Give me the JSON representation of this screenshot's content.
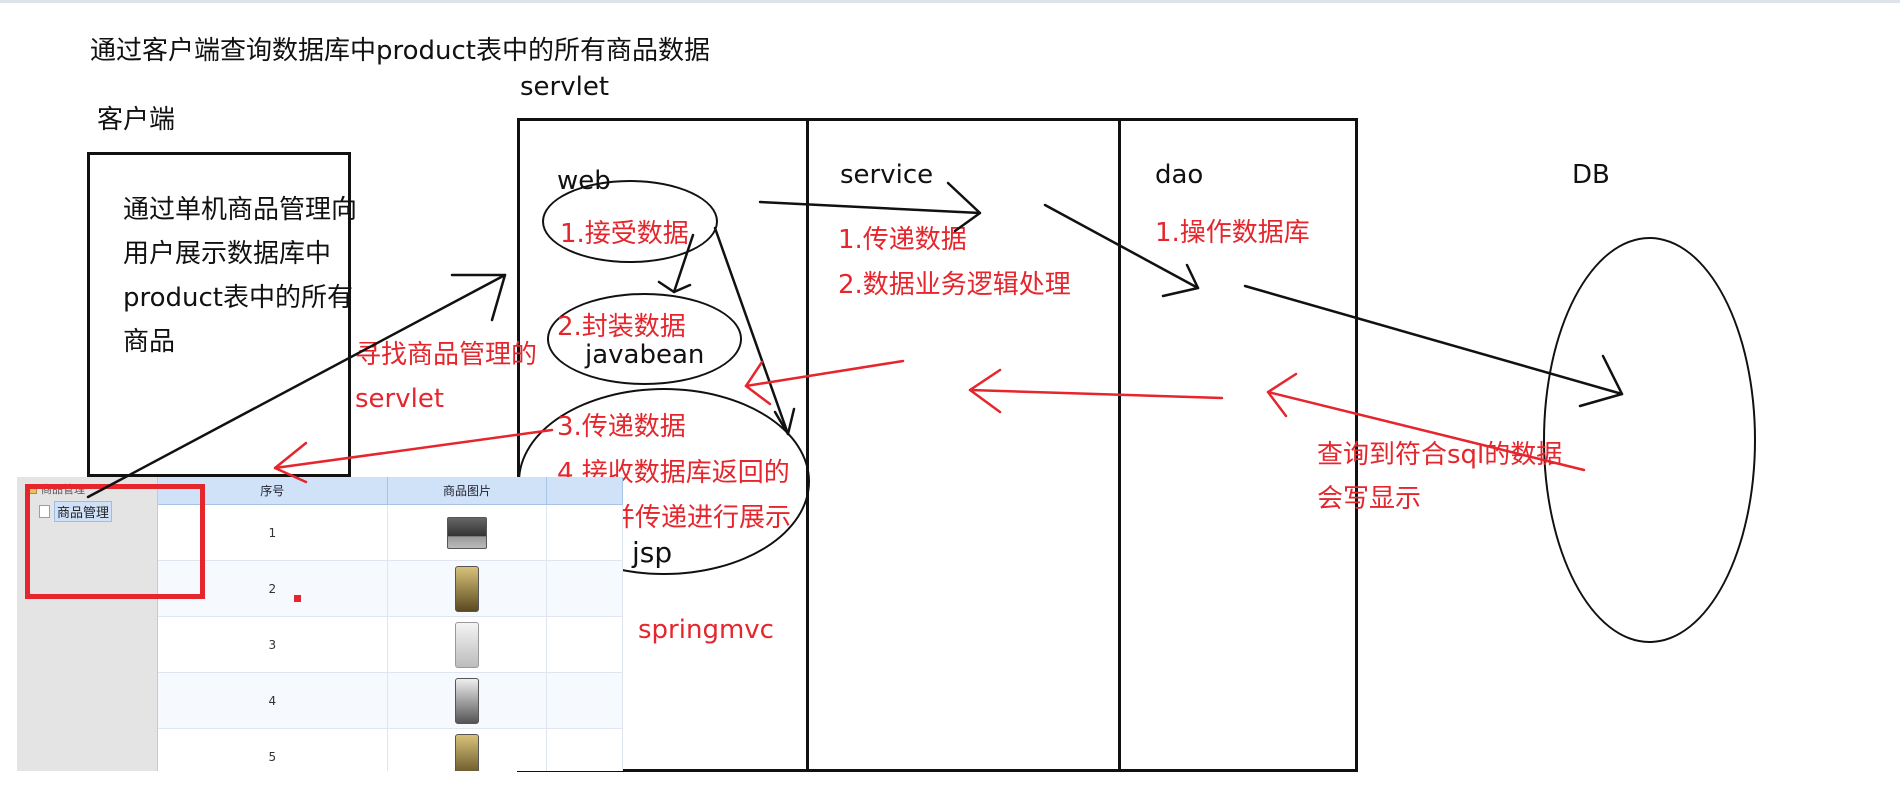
{
  "title": "通过客户端查询数据库中product表中的所有商品数据",
  "labels": {
    "servlet": "servlet",
    "client": "客户端",
    "web": "web",
    "service": "service",
    "dao": "dao",
    "db": "DB",
    "javabean": "javabean",
    "jsp": "jsp"
  },
  "client_box": {
    "lines": [
      "通过单机商品管理向",
      "用户展示数据库中",
      "product表中的所有",
      "商品"
    ]
  },
  "web_steps": [
    "1.接受数据",
    "2.封装数据",
    "3.传递数据",
    "4.接收数据库返回的",
    "数据并传递进行展示"
  ],
  "service_steps": [
    "1.传递数据",
    "2.数据业务逻辑处理"
  ],
  "dao_steps": [
    "1.操作数据库"
  ],
  "annotations": {
    "find_servlet_1": "寻找商品管理的",
    "find_servlet_2": "servlet",
    "springmvc": "springmvc",
    "query_result_1": "查询到符合sql的数据",
    "query_result_2": "会写显示"
  },
  "screenshot": {
    "tree_root": "商品管理",
    "tree_item": "商品管理",
    "columns": [
      "序号",
      "商品图片"
    ],
    "rows": [
      {
        "no": "1",
        "img": "laptop"
      },
      {
        "no": "2",
        "img": "gold-phone"
      },
      {
        "no": "3",
        "img": "white-phone"
      },
      {
        "no": "4",
        "img": "silver-phone"
      },
      {
        "no": "5",
        "img": "gold-phone"
      }
    ]
  },
  "colors": {
    "ink": "#111111",
    "accent_red": "#e5262d",
    "table_header": "#cfe2f7"
  }
}
